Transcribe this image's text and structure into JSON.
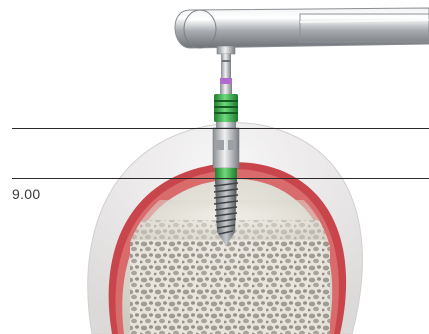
{
  "depth_marker": {
    "value": "9.00"
  },
  "colors": {
    "gingiva": "#e9e6e6",
    "cortical_bone": "#c93a3f",
    "cancellous_bone": "#dedcd4",
    "handpiece": "#b8bcc0",
    "implant_collar": "#37b34a",
    "implant_thread": "#7a7e82",
    "driver_band": "#b06bd0",
    "guide_lines": "#2a2a2a"
  },
  "scene": {
    "subject": "dental-implant-placement",
    "tool": "handpiece-driver"
  }
}
